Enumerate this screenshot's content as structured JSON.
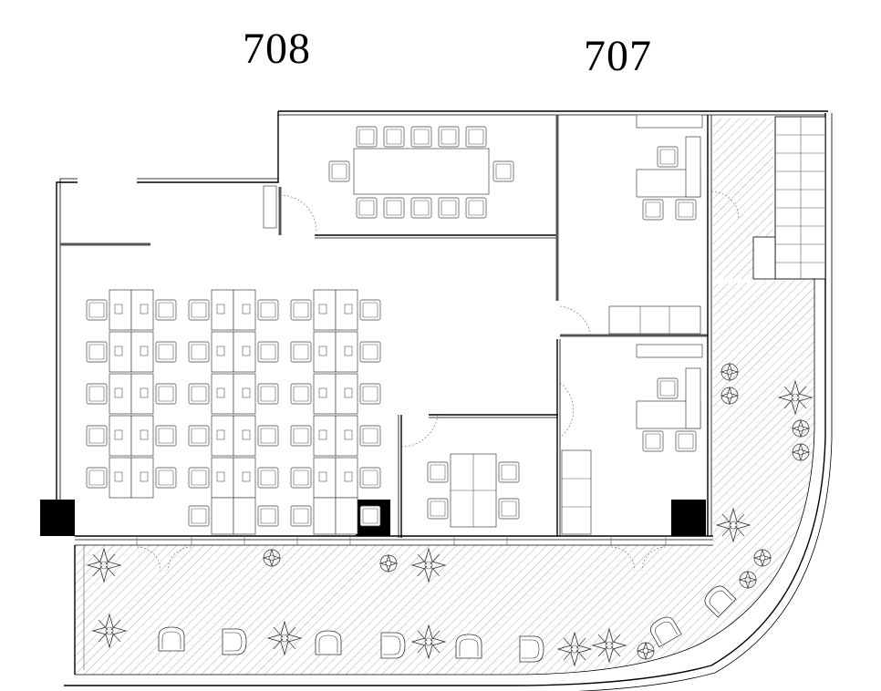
{
  "units": [
    {
      "id": "708",
      "label": "708"
    },
    {
      "id": "707",
      "label": "707"
    }
  ],
  "colors": {
    "line": "#000000",
    "hatch": "#8a8a8a",
    "column": "#000000",
    "background": "#ffffff"
  },
  "icons": [
    "chair-icon",
    "plant-icon",
    "column-icon",
    "door-swing-icon"
  ]
}
